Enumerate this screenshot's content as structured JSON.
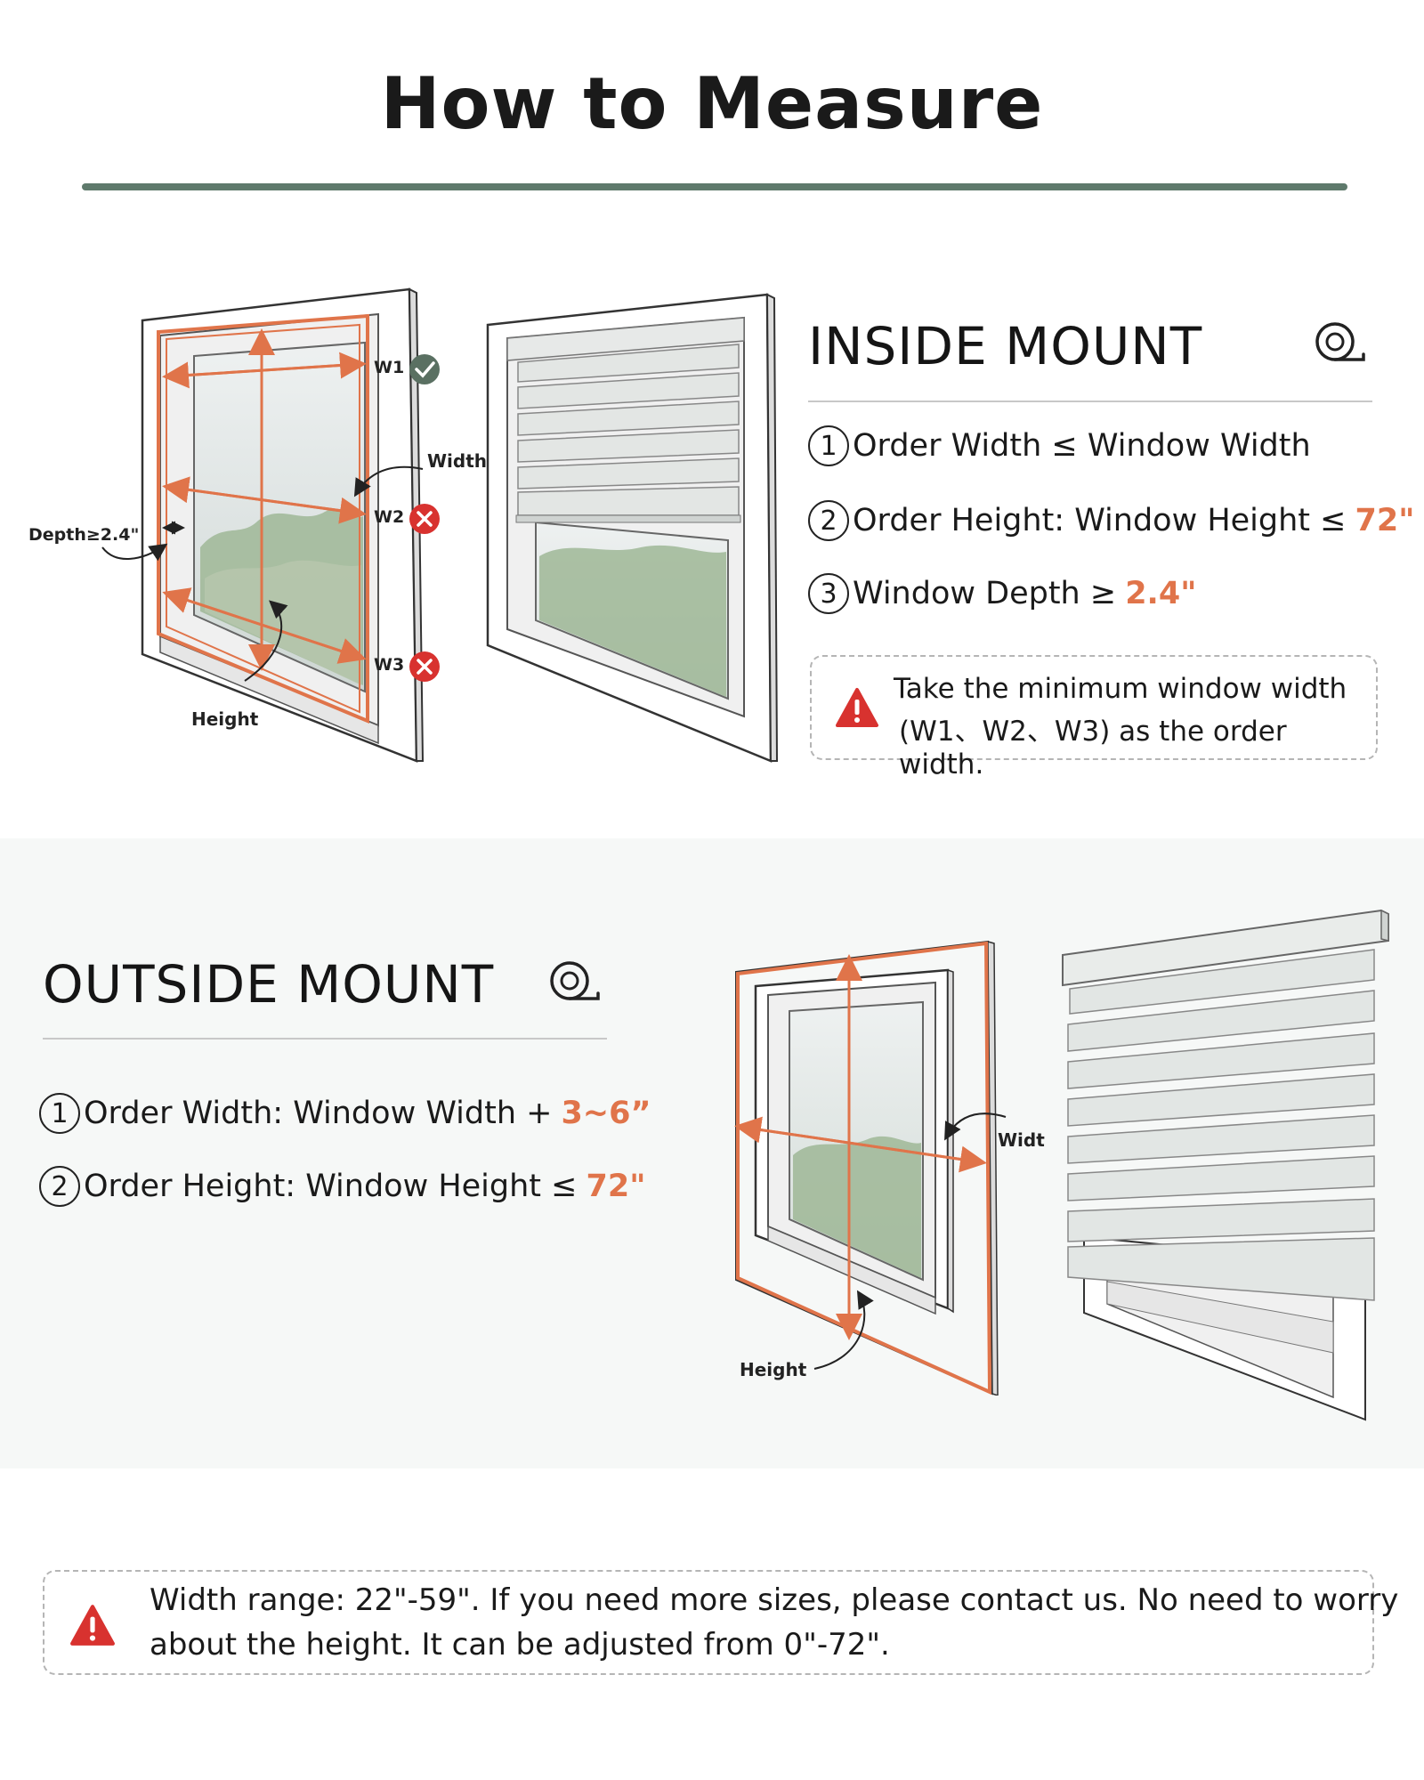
{
  "page": {
    "title": "How to Measure"
  },
  "colors": {
    "accent": "#e0744a",
    "rule": "#5f7a6c",
    "warn": "#d8322f",
    "ok": "#5a7062",
    "bad": "#d8322f"
  },
  "inside_mount": {
    "heading": "INSIDE MOUNT",
    "icon": "tape-measure-icon",
    "items": [
      {
        "num": "1",
        "text": "Order Width ≤ Window Width",
        "highlight": ""
      },
      {
        "num": "2",
        "text": "Order Height: Window Height ≤",
        "highlight": "72\""
      },
      {
        "num": "3",
        "text": "Window Depth ≥",
        "highlight": "2.4\""
      }
    ],
    "note": {
      "line1": "Take the minimum window width",
      "line2": "(W1、W2、W3)  as the order width."
    },
    "diagram": {
      "w1": "W1",
      "w2": "W2",
      "w3": "W3",
      "width_label": "Width",
      "height_label": "Height",
      "depth_label": "Depth≥2.4\""
    }
  },
  "outside_mount": {
    "heading": "OUTSIDE MOUNT",
    "icon": "tape-measure-icon",
    "items": [
      {
        "num": "1",
        "text": "Order Width: Window Width +",
        "highlight": "3~6”"
      },
      {
        "num": "2",
        "text": "Order Height: Window Height ≤",
        "highlight": "72\""
      }
    ],
    "diagram": {
      "width_label": "Width",
      "height_label": "Height"
    }
  },
  "footer_note": {
    "line1": "Width range: 22\"-59\". If you need more sizes, please contact us. No need to worry",
    "line2": "about the height. It can be adjusted from 0\"-72\"."
  }
}
